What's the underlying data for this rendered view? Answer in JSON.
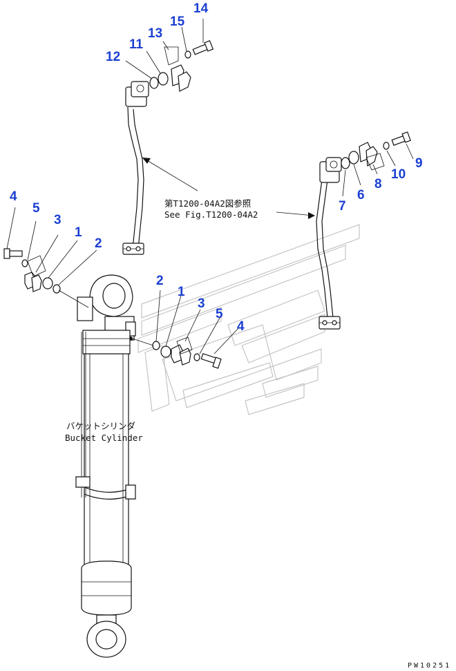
{
  "diagram": {
    "reference": {
      "jp": "第T1200-04A2図参照",
      "en": "See Fig.T1200-04A2"
    },
    "cylinder": {
      "jp": "バケットシリンダ",
      "en": "Bucket Cylinder"
    },
    "drawing_code": "PW10251",
    "callouts": {
      "c14": "14",
      "c15": "15",
      "c13": "13",
      "c11": "11",
      "c12": "12",
      "c9": "9",
      "c10": "10",
      "c8": "8",
      "c6": "6",
      "c7": "7",
      "l4": "4",
      "l5": "5",
      "l3": "3",
      "l1": "1",
      "l2": "2",
      "m2": "2",
      "m1": "1",
      "m3": "3",
      "m5": "5",
      "m4": "4"
    },
    "colors": {
      "callout": "#1a3fd1",
      "line": "#111111",
      "watermark": "#c4c4c4"
    }
  }
}
